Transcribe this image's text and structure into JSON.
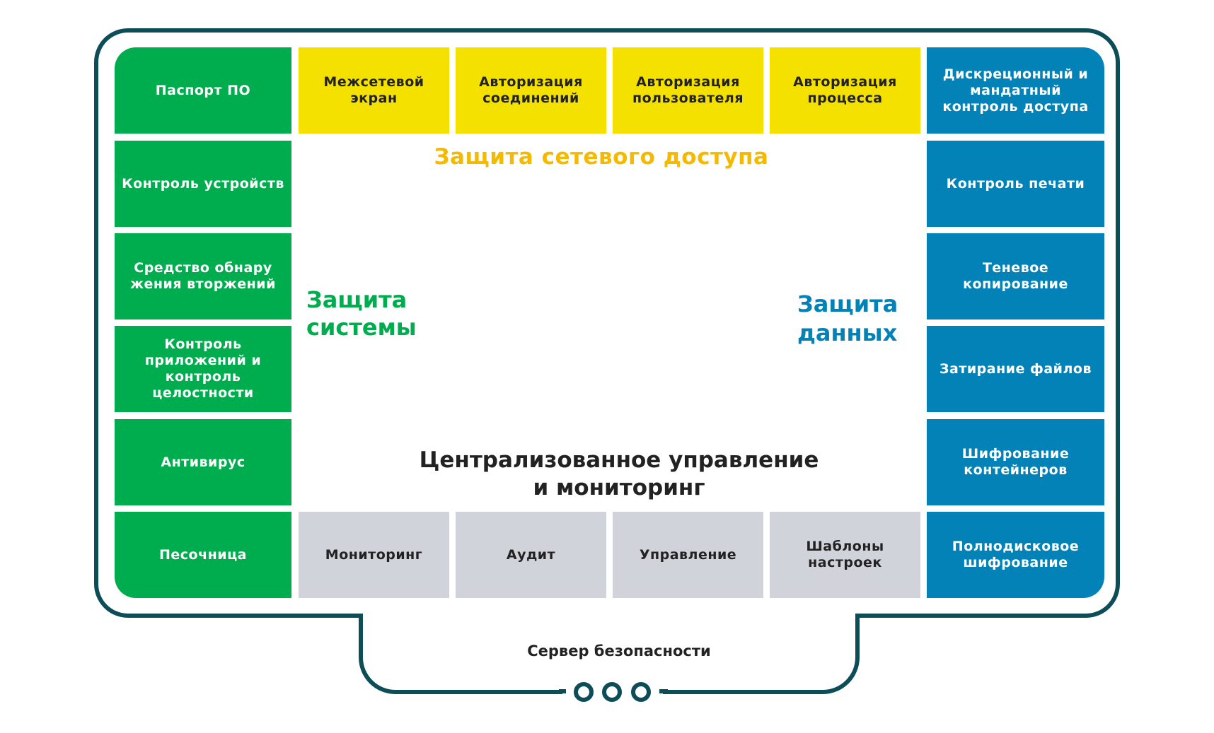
{
  "colors": {
    "system": "#00ad4e",
    "network": "#f5e100",
    "data": "#0282b6",
    "management": "#d0d3d9",
    "frame": "#0d4d57",
    "network_title": "#f5b900"
  },
  "left_column": [
    "Паспорт ПО",
    "Контроль устройств",
    "Средство обнару жения вторжений",
    "Контроль приложений и контроль целостности",
    "Антивирус",
    "Песочница"
  ],
  "top_row": [
    "Межсетевой экран",
    "Авторизация соединений",
    "Авторизация пользователя",
    "Авторизация процесса"
  ],
  "right_column": [
    "Дискреционный и мандатный контроль доступа",
    "Контроль печати",
    "Теневое копирование",
    "Затирание файлов",
    "Шифрование контейнеров",
    "Полнодисковое шифрование"
  ],
  "bottom_row": [
    "Мониторинг",
    "Аудит",
    "Управление",
    "Шаблоны настроек"
  ],
  "titles": {
    "network": "Защита сетевого доступа",
    "system": "Защита системы",
    "data": "Защита данных",
    "management": "Централизованное управление и мониторинг"
  },
  "footer": "Сервер безопасности"
}
